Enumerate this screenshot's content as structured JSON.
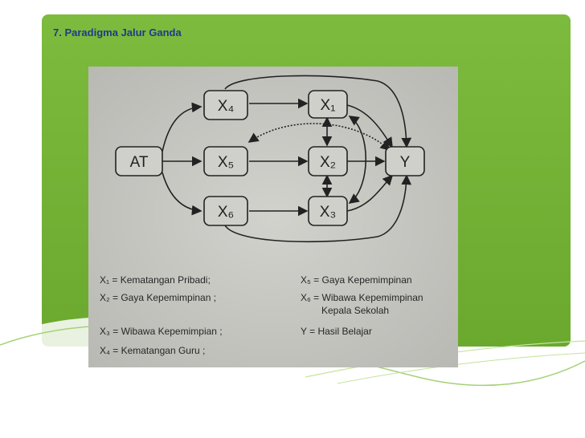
{
  "slide": {
    "title": "7.   Paradigma Jalur Ganda"
  },
  "diagram": {
    "nodes": {
      "at": "AT",
      "x4": "X₄",
      "x5": "X₅",
      "x6": "X₆",
      "x1": "X₁",
      "x2": "X₂",
      "x3": "X₃",
      "y": "Y"
    },
    "legend": [
      "X₁  = Kematangan Pribadi;",
      "X₂  = Gaya Kepemimpinan ;",
      "X₃  = Wibawa Kepemimpian ;",
      "X₄  = Kematangan Guru ;",
      "X₅  = Gaya Kepemimpinan",
      "X₆  = Wibawa Kepemimpinan",
      "Kepala Sekolah",
      "Y  =  Hasil Belajar"
    ]
  },
  "colors": {
    "background_green": "#7cb342",
    "title_blue": "#1f3a8a",
    "photo_paper": "#c9c9c4"
  }
}
